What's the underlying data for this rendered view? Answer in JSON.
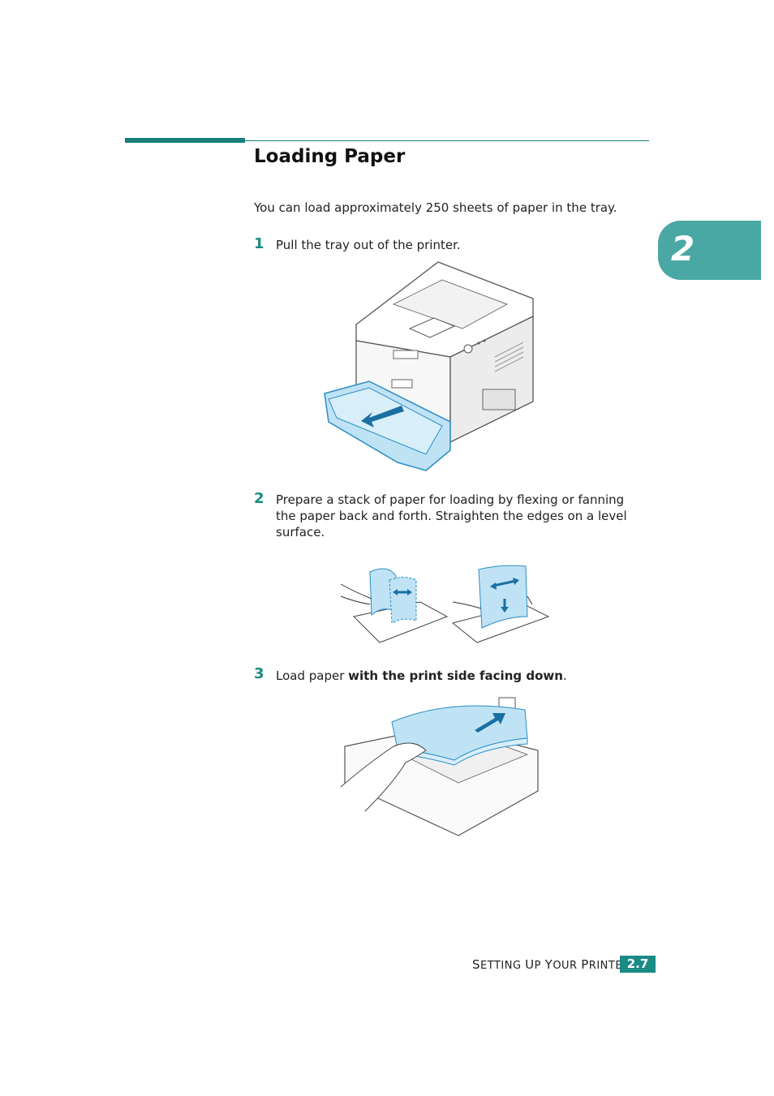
{
  "heading": {
    "title": "Loading Paper"
  },
  "intro": "You can load approximately 250 sheets of paper in the tray.",
  "steps": [
    {
      "number": "1",
      "text": "Pull the tray out of the printer."
    },
    {
      "number": "2",
      "line1": "Prepare a stack of paper for loading by flexing or fanning",
      "line2": "the paper back and forth. Straighten the edges on a level",
      "line3": "surface."
    },
    {
      "number": "3",
      "text_before": "Load paper ",
      "text_bold": "with the print side facing down",
      "text_after": "."
    }
  ],
  "chapter_tab": {
    "number": "2"
  },
  "footer": {
    "section_S": "S",
    "section_rest1": "ETTING ",
    "section_U": "U",
    "section_rest2": "P ",
    "section_Y": "Y",
    "section_rest3": "OUR ",
    "section_P": "P",
    "section_rest4": "RINTER",
    "page": "2.7"
  },
  "colors": {
    "accent": "#1a8a85",
    "tab": "#4aa8a4",
    "paper_blue": "#bfe3f5"
  },
  "icons": [
    "printer-illustration",
    "paper-fanning-illustration",
    "paper-loading-illustration",
    "arrow-icon"
  ]
}
